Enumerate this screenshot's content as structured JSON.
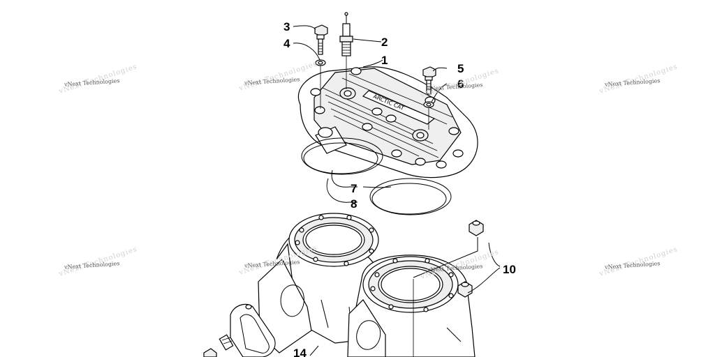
{
  "watermark": {
    "text": "vNext Technologies"
  },
  "callouts": [
    "1",
    "2",
    "3",
    "4",
    "5",
    "6",
    "7",
    "8",
    "10",
    "14"
  ],
  "head_logo": "ARCTIC CAT"
}
